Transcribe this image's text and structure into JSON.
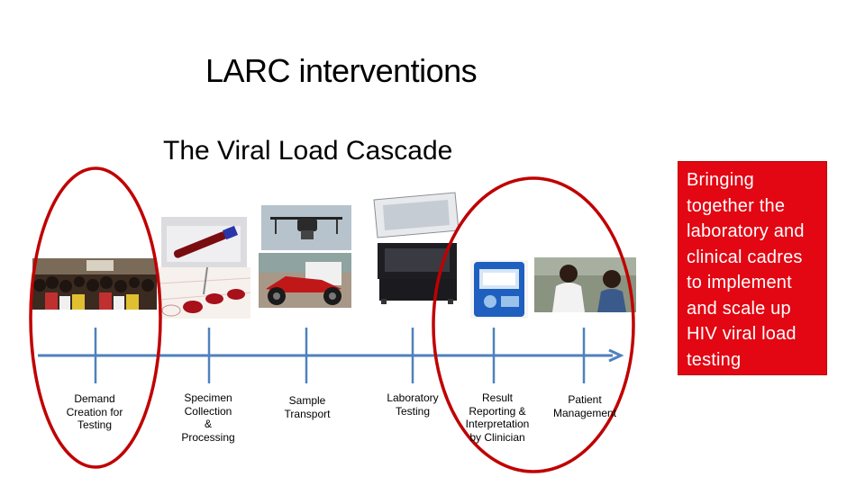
{
  "slide": {
    "title": "LARC interventions",
    "subtitle": "The Viral Load Cascade",
    "callout_text": "Bringing together the laboratory and clinical cadres to implement and scale up HIV viral load testing"
  },
  "timeline": {
    "color": "#4f81bd",
    "steps": [
      {
        "label": "Demand\nCreation for\nTesting"
      },
      {
        "label": "Specimen\nCollection\n&\nProcessing"
      },
      {
        "label": "Sample\nTransport"
      },
      {
        "label": "Laboratory\nTesting"
      },
      {
        "label": "Result\nReporting &\nInterpretation\nby Clinician"
      },
      {
        "label": "Patient\nManagement"
      }
    ]
  },
  "highlight": {
    "ellipse_color": "#c00000",
    "callout_color": "#e30613"
  }
}
